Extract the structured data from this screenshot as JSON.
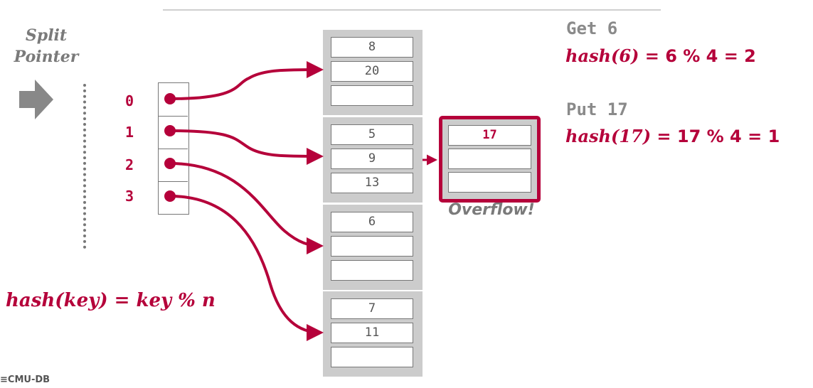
{
  "split_pointer": {
    "line1": "Split",
    "line2": "Pointer"
  },
  "directory": {
    "indices": [
      "0",
      "1",
      "2",
      "3"
    ]
  },
  "buckets": [
    {
      "cells": [
        "8",
        "20",
        ""
      ]
    },
    {
      "cells": [
        "5",
        "9",
        "13"
      ]
    },
    {
      "cells": [
        "6",
        "",
        ""
      ]
    },
    {
      "cells": [
        "7",
        "11",
        ""
      ]
    }
  ],
  "overflow_bucket": {
    "cells": [
      "17",
      "",
      ""
    ],
    "label": "Overflow!"
  },
  "hash_function": "hash(key) = key % n",
  "operations": [
    {
      "title": "Get 6",
      "expr_fn": "hash(6)",
      "expr_rhs": " =  6 % 4 = 2"
    },
    {
      "title": "Put 17",
      "expr_fn": "hash(17)",
      "expr_rhs": " =  17 % 4 = 1"
    }
  ],
  "footer_logo": "CMU-DB",
  "colors": {
    "accent": "#b5003a",
    "gray_text": "#7a7a7a",
    "bucket_bg": "#cccccc"
  }
}
